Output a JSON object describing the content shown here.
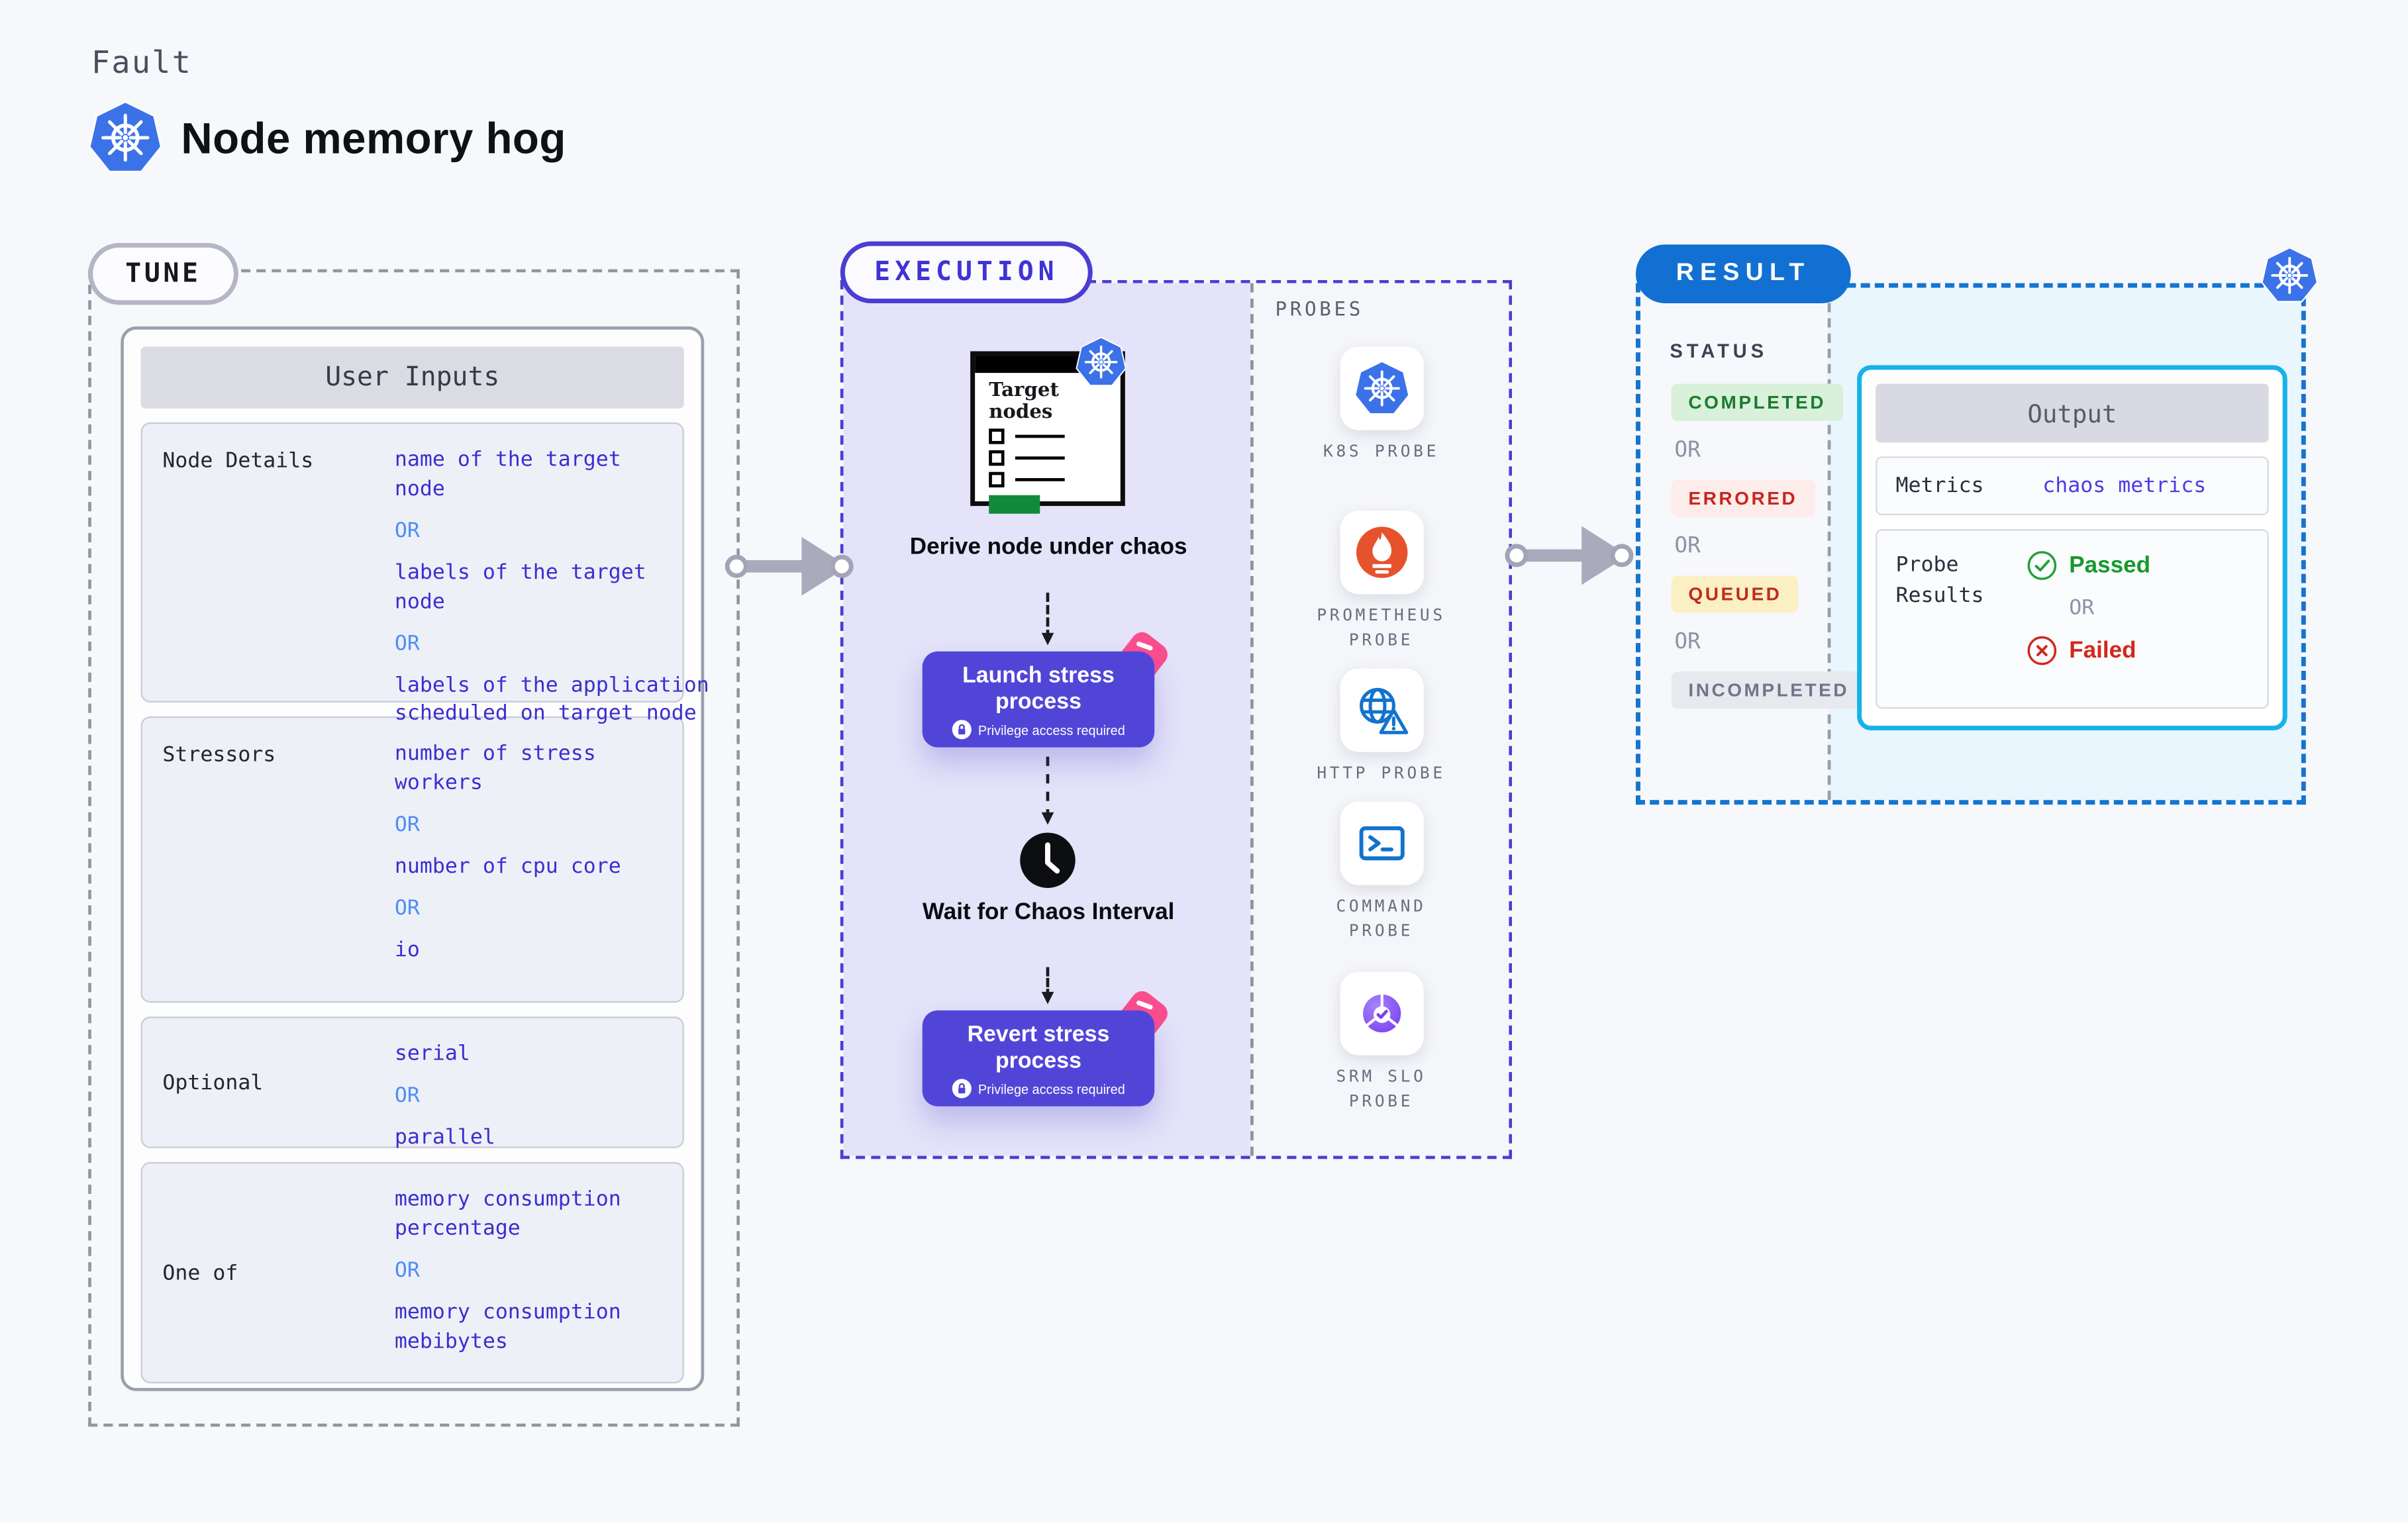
{
  "header": {
    "eyebrow": "Fault",
    "title": "Node memory hog",
    "title_icon": "kubernetes-icon"
  },
  "tune": {
    "badge": "TUNE",
    "card_title": "User Inputs",
    "rows": [
      {
        "label": "Node Details",
        "values": [
          "name of the target node",
          "OR",
          "labels of the target node",
          "OR",
          "labels of the application scheduled on target node"
        ]
      },
      {
        "label": "Stressors",
        "values": [
          "number of stress workers",
          "OR",
          "number of cpu core",
          "OR",
          "io"
        ]
      },
      {
        "label": "Optional",
        "values": [
          "serial",
          "OR",
          "parallel"
        ]
      },
      {
        "label": "One of",
        "values": [
          "memory consumption percentage",
          "OR",
          "memory consumption mebibytes"
        ]
      }
    ]
  },
  "execution": {
    "badge": "EXECUTION",
    "target_card_title": "Target nodes",
    "target_card_icon": "kubernetes-icon",
    "derive_label": "Derive node under chaos",
    "launch_button": {
      "title": "Launch stress process",
      "subtitle": "Privilege access required",
      "icon": "lock-icon"
    },
    "wait_label": "Wait for Chaos Interval",
    "wait_icon": "clock-icon",
    "revert_button": {
      "title": "Revert stress process",
      "subtitle": "Privilege access required",
      "icon": "lock-icon"
    },
    "probes": {
      "heading": "PROBES",
      "items": [
        {
          "label": "K8S PROBE",
          "icon": "kubernetes-icon"
        },
        {
          "label": "PROMETHEUS PROBE",
          "icon": "prometheus-icon"
        },
        {
          "label": "HTTP PROBE",
          "icon": "globe-warning-icon"
        },
        {
          "label": "COMMAND PROBE",
          "icon": "terminal-icon"
        },
        {
          "label": "SRM SLO PROBE",
          "icon": "slo-gauge-check-icon"
        }
      ]
    }
  },
  "result": {
    "badge": "RESULT",
    "corner_icon": "kubernetes-icon",
    "status": {
      "heading": "STATUS",
      "items": [
        {
          "text": "COMPLETED",
          "kind": "badge",
          "color": "#1b7c30",
          "bg": "#d9f0da"
        },
        {
          "text": "OR",
          "kind": "or"
        },
        {
          "text": "ERRORED",
          "kind": "badge",
          "color": "#c6271e",
          "bg": "#fdecea"
        },
        {
          "text": "OR",
          "kind": "or"
        },
        {
          "text": "QUEUED",
          "kind": "badge",
          "color": "#bf2b1e",
          "bg": "#fbf0c4"
        },
        {
          "text": "OR",
          "kind": "or"
        },
        {
          "text": "INCOMPLETED",
          "kind": "badge",
          "color": "#707689",
          "bg": "#e7e9ef"
        }
      ]
    },
    "output": {
      "title": "Output",
      "metrics_label": "Metrics",
      "metrics_value": "chaos metrics",
      "probe_results_label": "Probe Results",
      "passed_label": "Passed",
      "passed_icon": "check-circle-icon",
      "or_label": "OR",
      "failed_label": "Failed",
      "failed_icon": "x-circle-icon"
    }
  },
  "colors": {
    "page_bg": "#f7f8fb",
    "tune_dash": "#95959f",
    "execution_dash": "#4a3ed2",
    "execution_bg": "#e4e3f9",
    "value_text_indigo": "#3a2fd1",
    "or_text_blue": "#4f8ef7",
    "process_button_bg": "#5145d8",
    "chaos_pink": "#fb4e8d",
    "result_dash": "#1674cf",
    "result_badge_bg": "#1270d2",
    "result_panel_bg": "#e9f6fd",
    "output_border_cyan": "#17b2e9",
    "kubernetes_blue": "#3b72e8",
    "prometheus_orange": "#e6522c",
    "probe_icon_blue": "#1273ce",
    "slo_purple": "#7a3ff0",
    "passed_green": "#169a2e",
    "failed_red": "#d3271c",
    "target_nodes_green": "#118a3b"
  }
}
